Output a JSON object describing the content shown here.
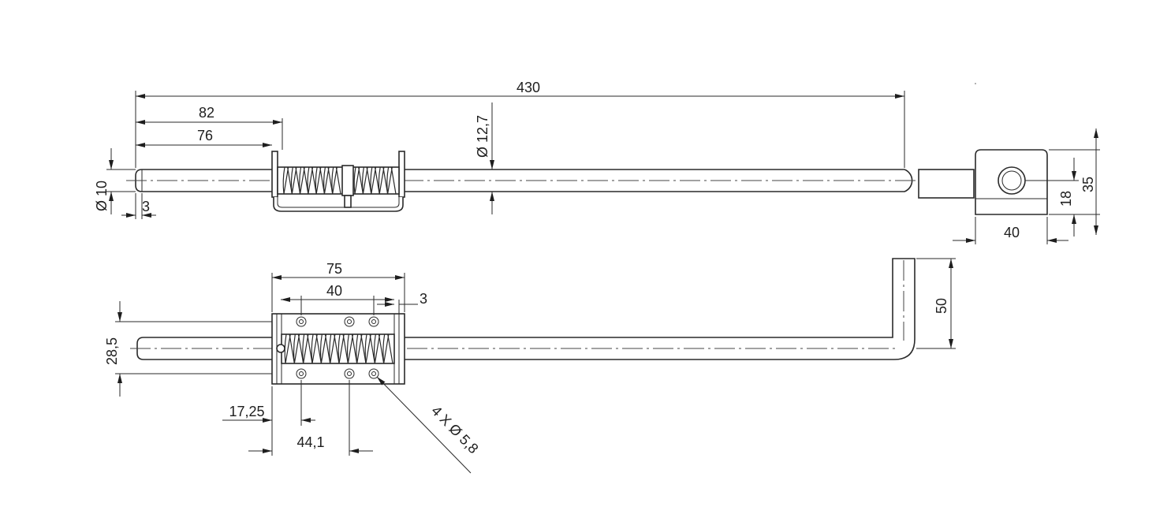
{
  "drawing": {
    "colors": {
      "line": "#2a2a2a",
      "background": "#ffffff"
    },
    "top_view_dimensions": {
      "overall_length": "430",
      "d82": "82",
      "d76": "76",
      "rod_diameter": "Ø 12,7",
      "tip_diameter": "Ø 10",
      "tip_chamfer": "3"
    },
    "end_view_dimensions": {
      "width": "40",
      "hole_center_height": "18",
      "total_height": "35"
    },
    "side_view_dimensions": {
      "housing_length": "75",
      "hole_spacing": "40",
      "plate_thickness": "3",
      "hook_height": "50",
      "housing_height": "28,5",
      "first_hole_offset": "17,25",
      "middle_hole_offset": "44,1",
      "holes_callout": "4 X Ø 5,8"
    }
  }
}
